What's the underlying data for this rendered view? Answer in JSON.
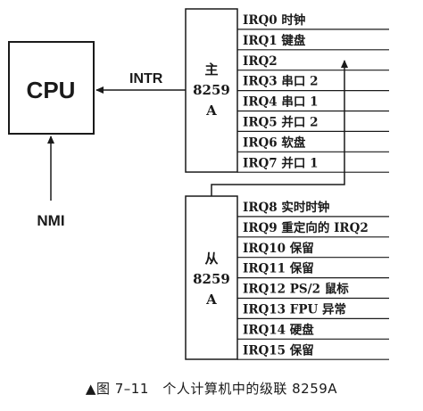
{
  "cpu": {
    "label": "CPU"
  },
  "signals": {
    "intr": "INTR",
    "nmi": "NMI"
  },
  "master": {
    "label_lines": [
      "主",
      "8259",
      "A"
    ],
    "irqs": [
      "IRQ0 时钟",
      "IRQ1 键盘",
      "IRQ2",
      "IRQ3 串口 2",
      "IRQ4 串口 1",
      "IRQ5 并口 2",
      "IRQ6 软盘",
      "IRQ7 并口 1"
    ]
  },
  "slave": {
    "label_lines": [
      "从",
      "8259",
      "A"
    ],
    "irqs": [
      "IRQ8 实时时钟",
      "IRQ9 重定向的 IRQ2",
      "IRQ10 保留",
      "IRQ11 保留",
      "IRQ12 PS/2 鼠标",
      "IRQ13 FPU 异常",
      "IRQ14 硬盘",
      "IRQ15 保留"
    ]
  },
  "caption": "▲图 7–11　个人计算机中的级联 8259A"
}
